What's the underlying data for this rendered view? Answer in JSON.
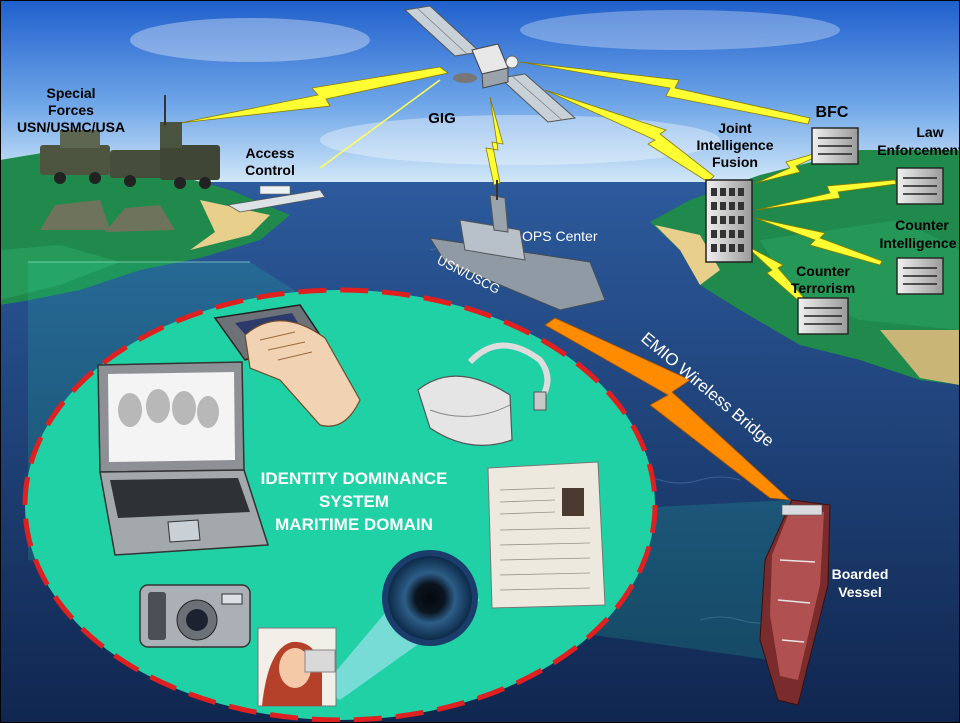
{
  "labels": {
    "special_forces": [
      "Special",
      "Forces",
      "USN/USMC/USA"
    ],
    "access_control": [
      "Access",
      "Control"
    ],
    "gig": "GIG",
    "bfc": "BFC",
    "joint_intel": [
      "Joint",
      "Intelligence",
      "Fusion"
    ],
    "law_enforcement": [
      "Law",
      "Enforcement"
    ],
    "counter_intel": [
      "Counter",
      "Intelligence"
    ],
    "counter_terrorism": [
      "Counter",
      "Terrorism"
    ],
    "ops_center": "OPS Center",
    "usn_uscg": "USN/USCG",
    "wireless_bridge": "EMIO Wireless Bridge",
    "boarded_vessel": [
      "Boarded",
      "Vessel"
    ],
    "identity": [
      "IDENTITY DOMINANCE",
      "SYSTEM",
      "MARITIME DOMAIN"
    ]
  },
  "colors": {
    "sky_top": "#2a6fd6",
    "sky_bottom": "#d8ecf8",
    "sea": "#1d3f7a",
    "land": "#1f8a4c",
    "beach": "#e8cf8c",
    "lightning": "#ffff33",
    "bridge": "#ff8c00",
    "disc": "#1fd1a4",
    "dash": "#e02020"
  },
  "icons": [
    "satellite-icon",
    "ship-icon",
    "building-icon",
    "server-icon",
    "laptop-icon",
    "fingerprint-scanner-icon",
    "card-reader-icon",
    "camera-icon",
    "id-document-icon",
    "iris-icon",
    "iris-scan-photo-icon"
  ]
}
